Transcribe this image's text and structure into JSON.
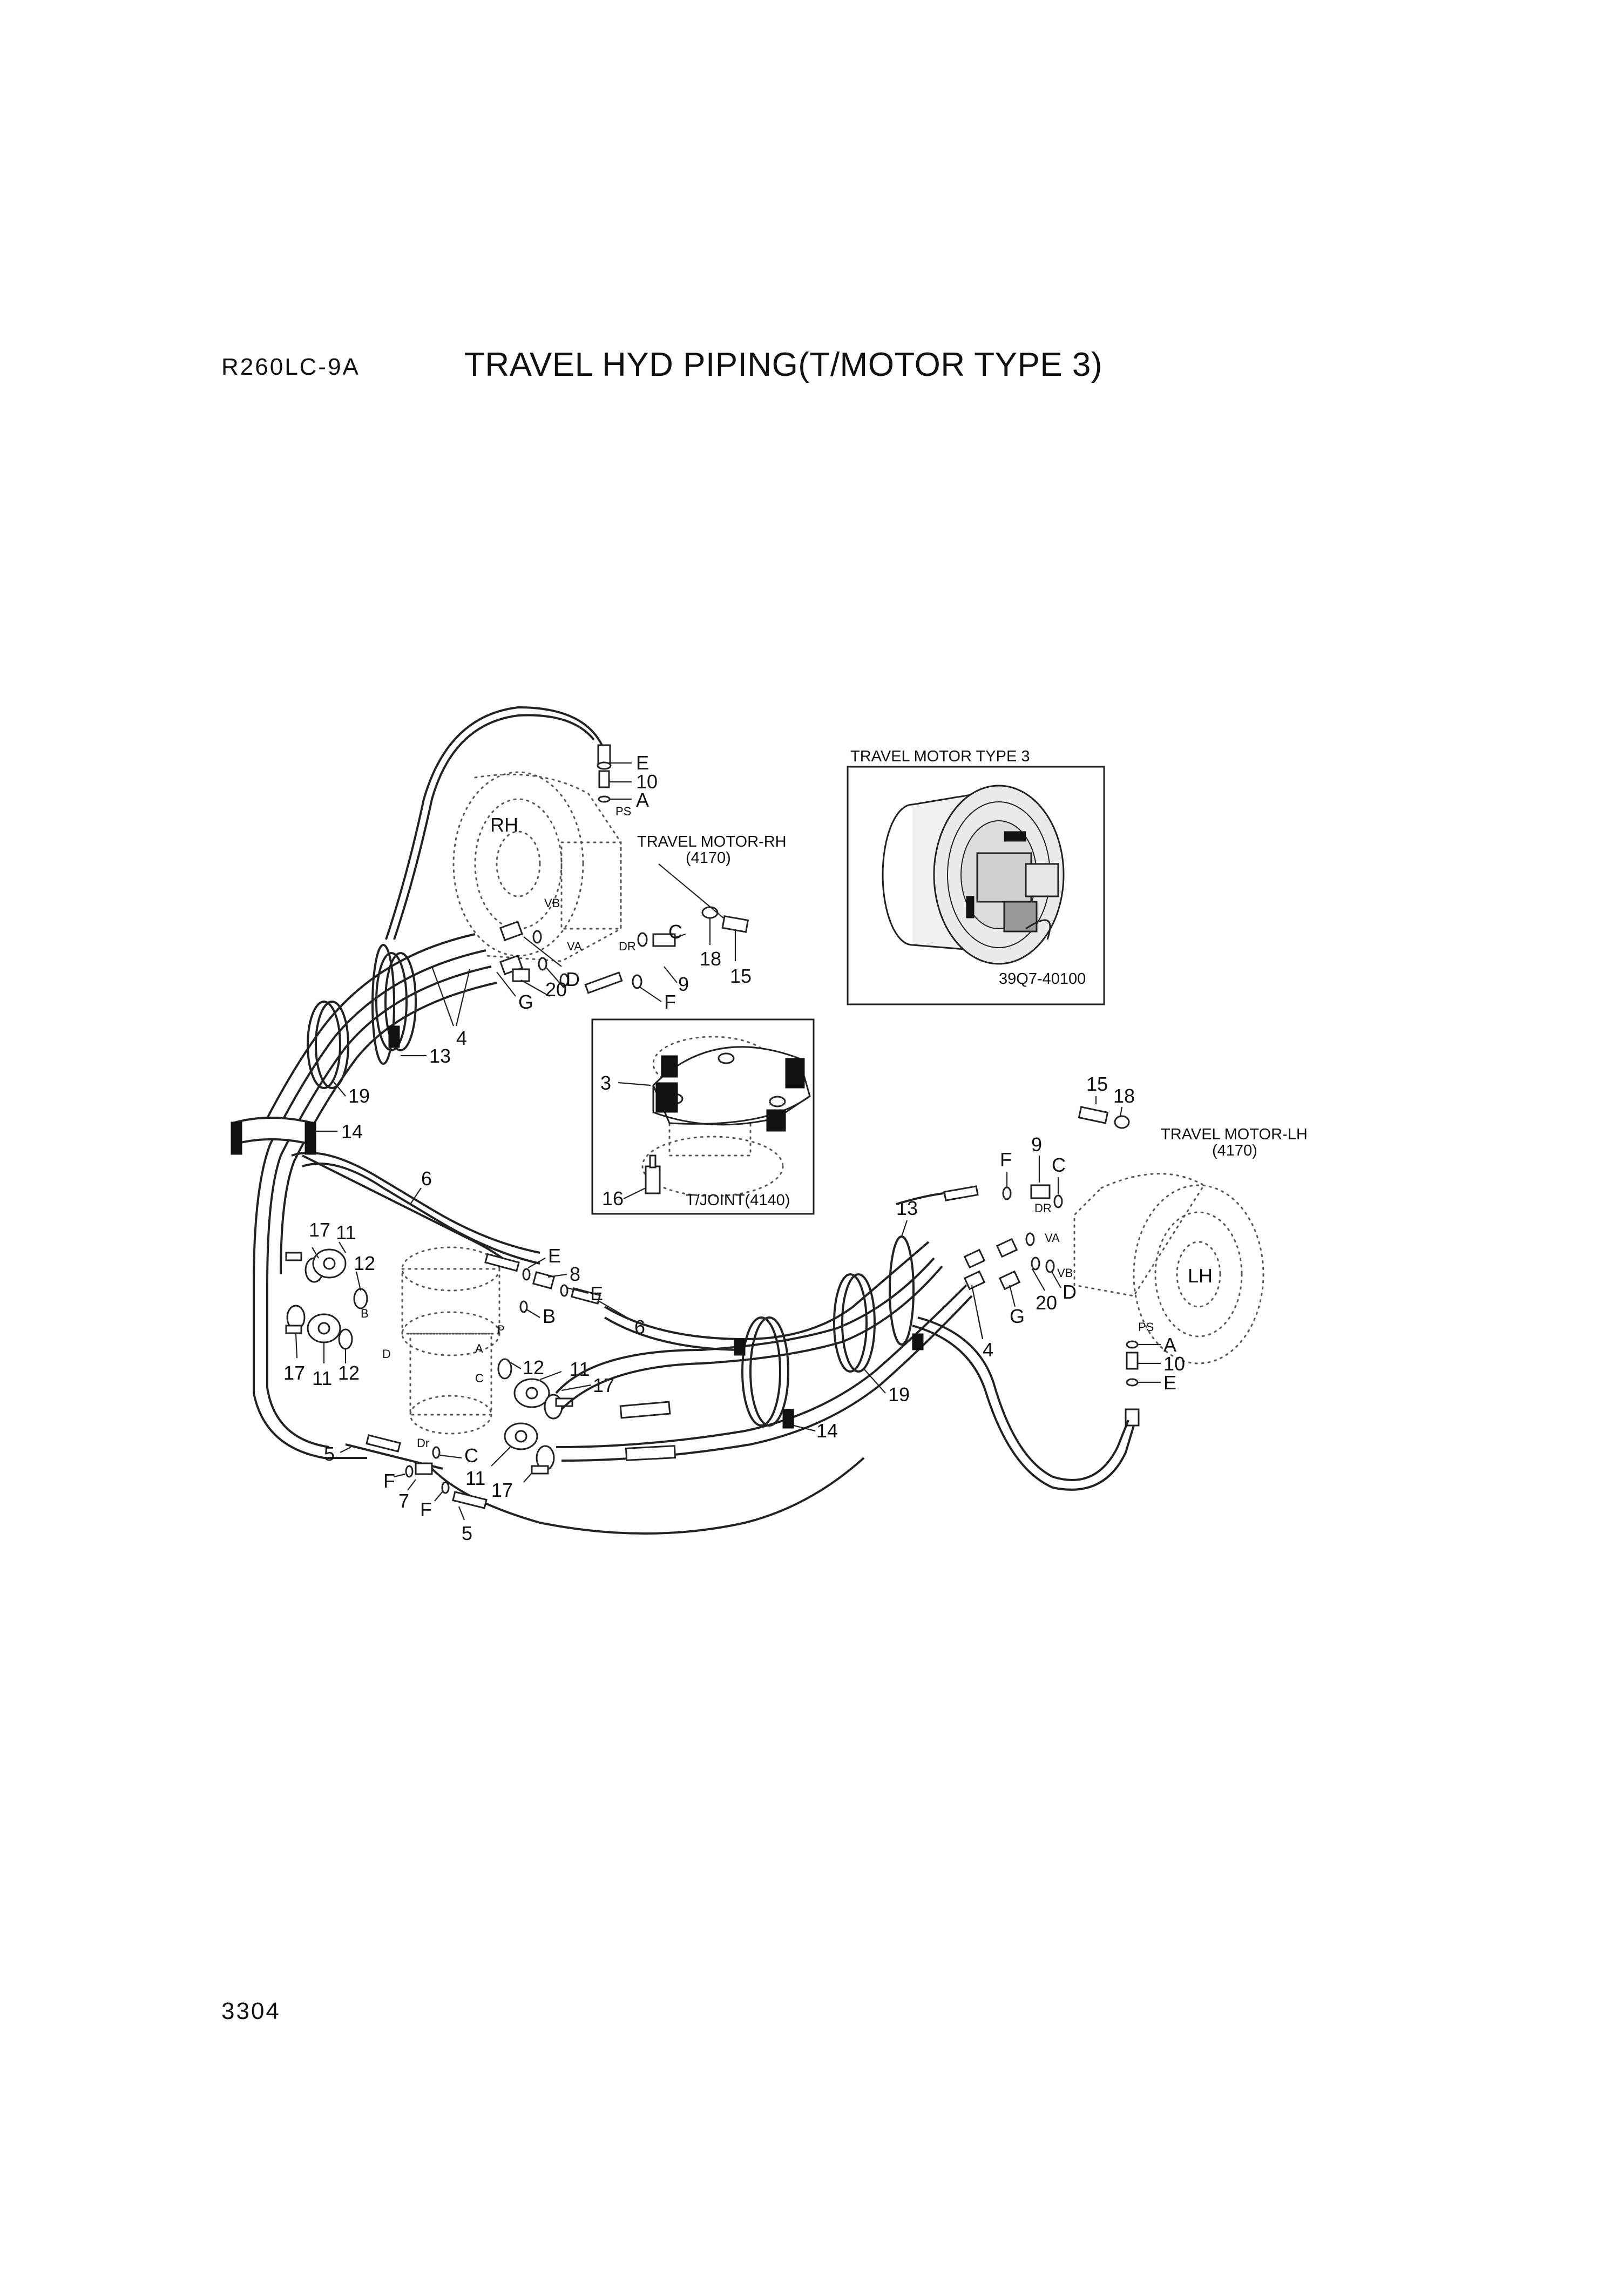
{
  "header": {
    "model": "R260LC-9A",
    "title": "TRAVEL HYD PIPING(T/MOTOR TYPE 3)"
  },
  "footer": {
    "page_number": "3304"
  },
  "diagram": {
    "inset_motor": {
      "title": "TRAVEL MOTOR TYPE 3",
      "part_number": "39Q7-40100"
    },
    "inset_joint": {
      "caption": "T/JOINT(4140)",
      "callouts": [
        "3",
        "16"
      ]
    },
    "motor_rh": {
      "tag": "RH",
      "name": "TRAVEL MOTOR-RH",
      "code": "(4170)",
      "ports": [
        "PS",
        "VB",
        "VA",
        "DR"
      ]
    },
    "motor_lh": {
      "tag": "LH",
      "name": "TRAVEL MOTOR-LH",
      "code": "(4170)",
      "ports": [
        "PS",
        "VA",
        "VB",
        "DR"
      ]
    },
    "swivel_ports": [
      "A",
      "B",
      "C",
      "D",
      "P",
      "Dr"
    ],
    "callouts_rh": [
      "E",
      "10",
      "A",
      "C",
      "18",
      "15",
      "9",
      "F",
      "D",
      "20",
      "G",
      "4",
      "13"
    ],
    "callouts_left": [
      "19",
      "14",
      "6",
      "17",
      "11",
      "12",
      "17",
      "11",
      "12"
    ],
    "callouts_center": [
      "E",
      "8",
      "E",
      "6",
      "B",
      "12",
      "11",
      "17",
      "17",
      "11",
      "5",
      "C",
      "F",
      "7",
      "F",
      "5",
      "14",
      "19"
    ],
    "callouts_lh": [
      "15",
      "18",
      "F",
      "9",
      "C",
      "13",
      "G",
      "20",
      "D",
      "4",
      "A",
      "10",
      "E"
    ]
  }
}
